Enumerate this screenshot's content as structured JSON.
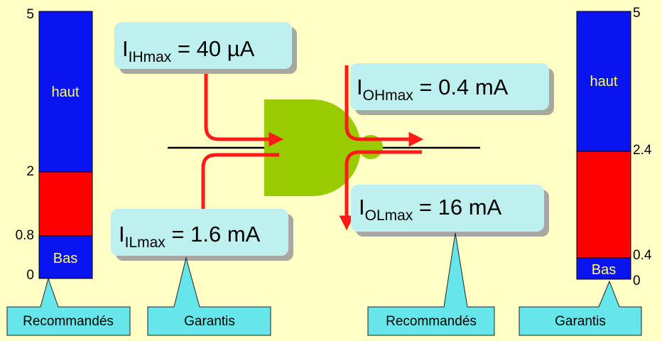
{
  "colors": {
    "background": "#ffffc6",
    "level_high": "#0a14f0",
    "level_forbidden": "#ff0000",
    "level_low": "#0a14f0",
    "gate": "#99cc00",
    "current_arrow": "#ff1a1a",
    "callout_fill": "#bff0f0",
    "callout_shadow": "#a8a8a0",
    "level_label": "#ffff66",
    "text": "#000000"
  },
  "left_scale": {
    "ticks": [
      {
        "value": 5,
        "label": "5"
      },
      {
        "value": 2,
        "label": "2"
      },
      {
        "value": 0.8,
        "label": "0.8"
      },
      {
        "value": 0,
        "label": "0"
      }
    ],
    "high_label": "haut",
    "low_label": "Bas",
    "caption": "Recommandés"
  },
  "right_scale": {
    "ticks": [
      {
        "value": 5,
        "label": "5"
      },
      {
        "value": 2.4,
        "label": "2.4"
      },
      {
        "value": 0.4,
        "label": "0.4"
      },
      {
        "value": 0,
        "label": "0"
      }
    ],
    "high_label": "haut",
    "low_label": "Bas",
    "caption": "Garantis"
  },
  "currents": {
    "ih": {
      "symbol": "I",
      "sub": "IHmax",
      "value": " = 40 µA"
    },
    "il": {
      "symbol": "I",
      "sub": "ILmax",
      "value": " = 1.6 mA"
    },
    "oh": {
      "symbol": "I",
      "sub": "OHmax",
      "value": " = 0.4 mA"
    },
    "ol": {
      "symbol": "I",
      "sub": "OLmax",
      "value": " = 16 mA"
    }
  },
  "captions": {
    "input": "Garantis",
    "output": "Recommandés"
  }
}
